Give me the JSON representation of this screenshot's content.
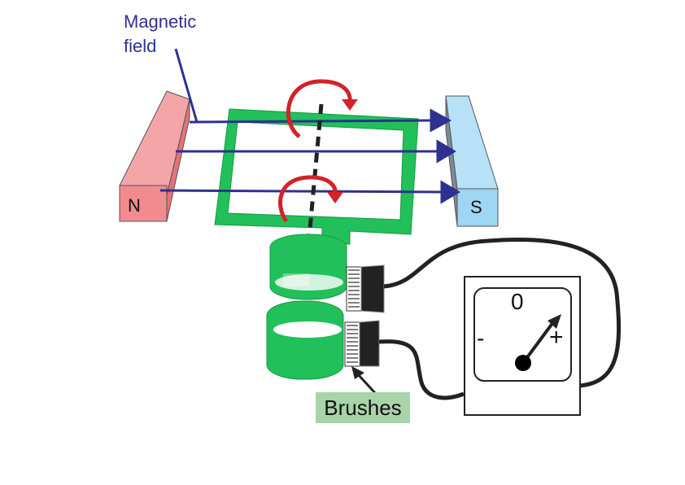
{
  "labels": {
    "magnetic_field_line1": "Magnetic",
    "magnetic_field_line2": "field",
    "north_pole": "N",
    "south_pole": "S",
    "brushes": "Brushes",
    "meter_zero": "0",
    "meter_minus": "-",
    "meter_plus": "+"
  },
  "colors": {
    "field_lines": "#2e3192",
    "coil": "#22c05a",
    "coil_dark": "#139a40",
    "rotation_arrows": "#d0232a",
    "north_magnet": "#f28b8f",
    "south_magnet": "#9fd6f3",
    "brush_label_bg": "#a9d3a9",
    "wire": "#222222"
  },
  "icons": {
    "rotation": "curved-arrow-icon",
    "needle": "meter-needle-icon"
  },
  "meter": {
    "needle_position": "positive"
  }
}
